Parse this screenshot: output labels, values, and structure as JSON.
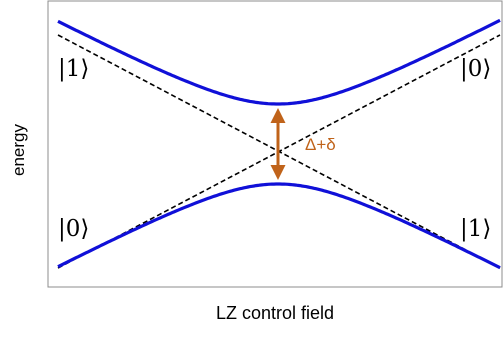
{
  "diagram": {
    "y_axis_label": "energy",
    "x_axis_label": "LZ control field",
    "state_labels": {
      "top_left": "|1⟩",
      "top_right": "|0⟩",
      "bottom_left": "|0⟩",
      "bottom_right": "|1⟩"
    },
    "gap_label": "Δ+δ",
    "colors": {
      "curves": "#1010d8",
      "gap_arrow": "#c0631a",
      "dashed_lines": "#000000",
      "frame": "#8c8c8c"
    }
  }
}
